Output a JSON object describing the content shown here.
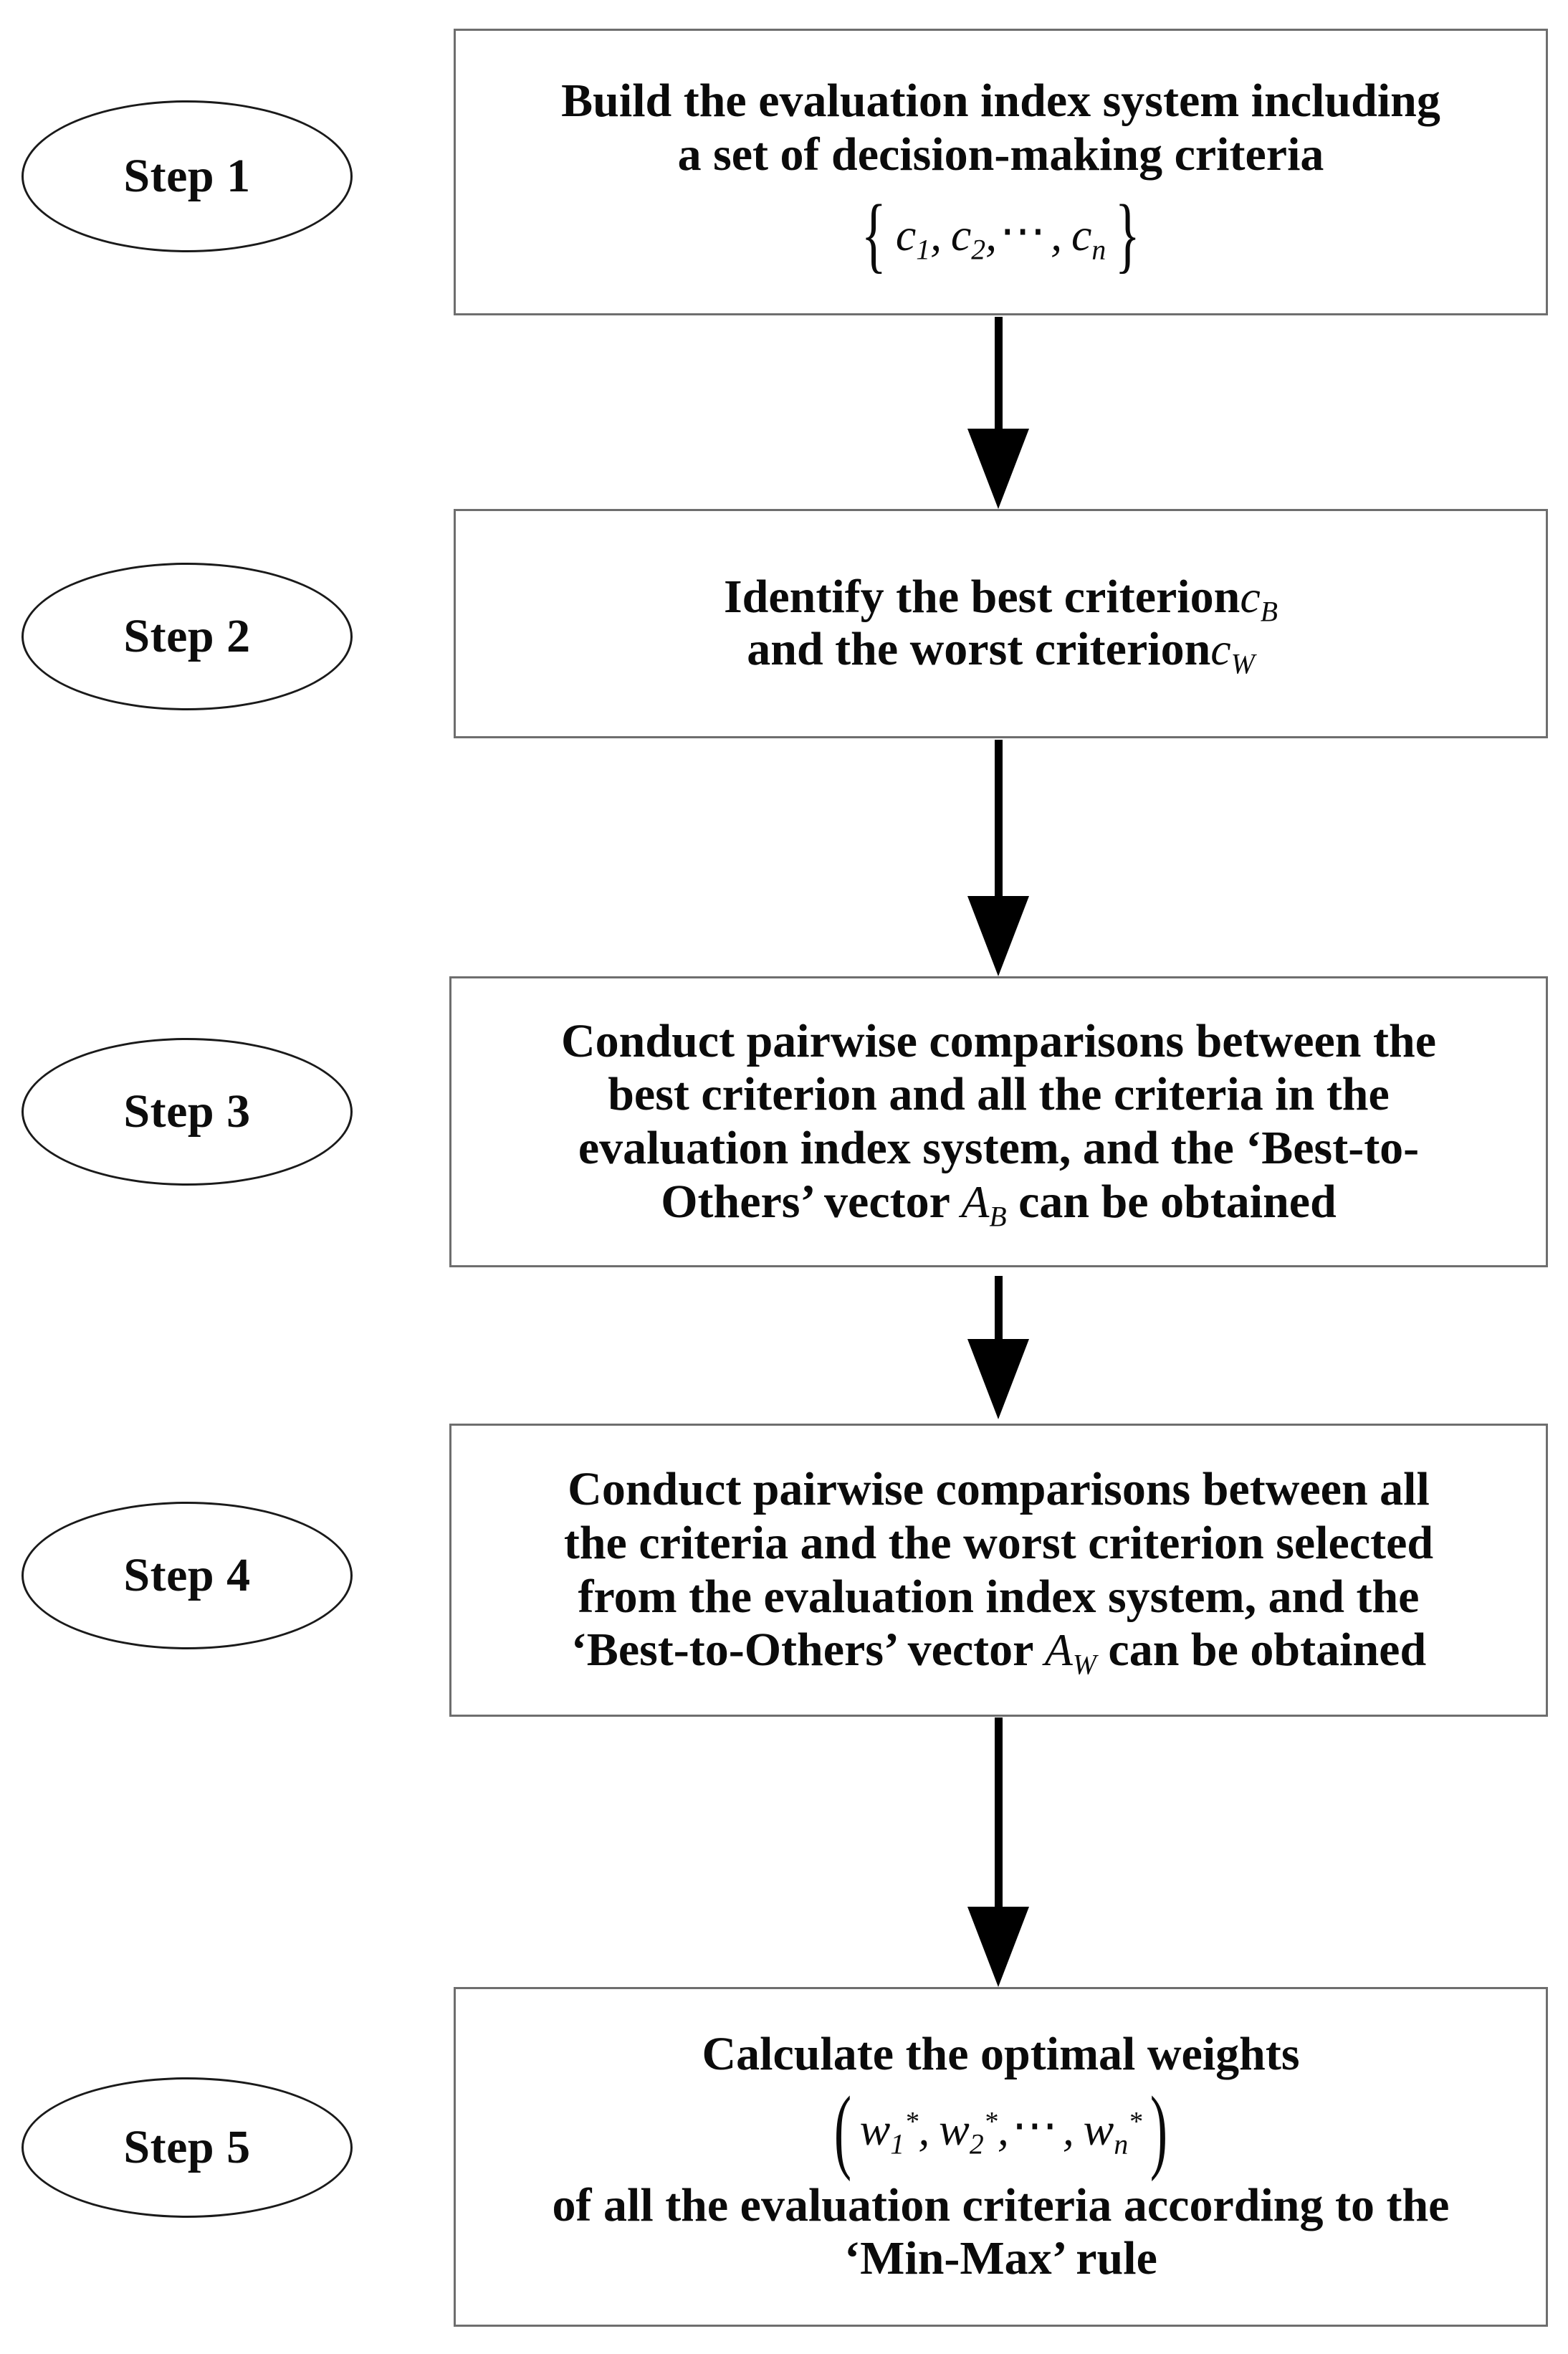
{
  "diagram": {
    "title": "Best-Worst Method (BWM) procedure flowchart",
    "orientation": "top-to-bottom",
    "node_count": 5,
    "arrow_count": 4,
    "colors": {
      "box_border": "#6e6e6e",
      "ellipse_border": "#1a1a1a",
      "arrow": "#000000",
      "text": "#0b0b0b",
      "background": "#ffffff"
    }
  },
  "steps": [
    {
      "label": "Step 1",
      "lines": [
        "Build the evaluation index system including",
        "a set of decision-making criteria"
      ],
      "formula": {
        "open": "{",
        "items": [
          "c",
          "c",
          "c"
        ],
        "subscripts": [
          "1",
          "2",
          "n"
        ],
        "dots": "⋯",
        "close": "}",
        "plain": "{c1, c2, ⋯, cn}"
      }
    },
    {
      "label": "Step 2",
      "lines": [
        "Identify the best criterion",
        "and the worst criterion"
      ],
      "inline_symbols": [
        "c_B",
        "c_W"
      ],
      "line_parts": [
        {
          "text": "Identify the best criterion",
          "symbol": "c",
          "symbol_sub": "B"
        },
        {
          "text": "and the worst criterion",
          "symbol": "c",
          "symbol_sub": "W"
        }
      ]
    },
    {
      "label": "Step 3",
      "lines": [
        "Conduct pairwise comparisons between the",
        "best criterion and all the criteria in the",
        "evaluation index system, and  the ‘Best-to-",
        "Others’ vector"
      ],
      "last_line_tail": "can be obtained",
      "symbol": "A",
      "symbol_sub": "B"
    },
    {
      "label": "Step 4",
      "lines": [
        "Conduct pairwise comparisons between all",
        "the criteria and the worst criterion selected",
        "from the evaluation index system, and  the",
        "‘Best-to-Others’ vector"
      ],
      "last_line_tail": "can be obtained",
      "symbol": "A",
      "symbol_sub": "W"
    },
    {
      "label": "Step 5",
      "lines": [
        "Calculate the optimal weights"
      ],
      "formula": {
        "open": "(",
        "items": [
          "w",
          "w",
          "w"
        ],
        "subscripts": [
          "1",
          "2",
          "n"
        ],
        "superscripts": [
          "*",
          "*",
          "*"
        ],
        "dots": "⋯",
        "close": ")",
        "plain": "(w1*, w2*, ⋯, wn*)"
      },
      "lines_after": [
        "of all the evaluation criteria according to the",
        "‘Min-Max’  rule"
      ]
    }
  ],
  "arrows": [
    {
      "from": "Step 1",
      "to": "Step 2",
      "direction": "down"
    },
    {
      "from": "Step 2",
      "to": "Step 3",
      "direction": "down"
    },
    {
      "from": "Step 3",
      "to": "Step 4",
      "direction": "down"
    },
    {
      "from": "Step 4",
      "to": "Step 5",
      "direction": "down"
    }
  ]
}
